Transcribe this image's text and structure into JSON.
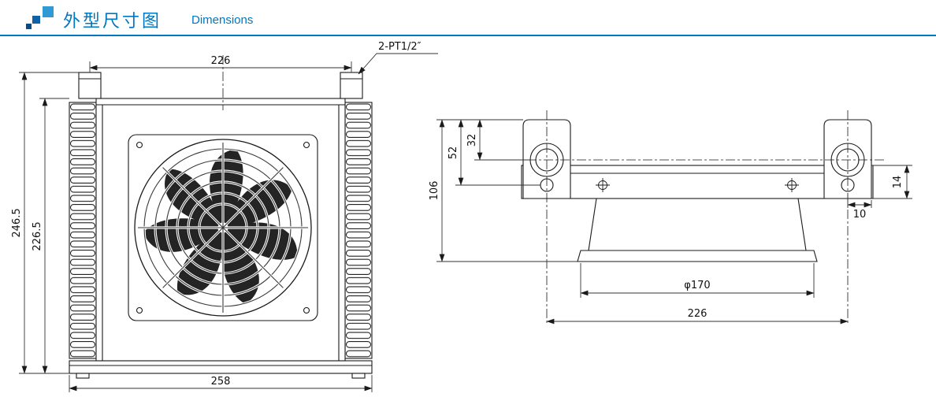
{
  "colors": {
    "accent": "#0077c0",
    "line": "#1a1a1a"
  },
  "header": {
    "title_zh": "外型尺寸图",
    "title_en": "Dimensions"
  },
  "front_view": {
    "port_label": "2-PT1/2″",
    "dim_top_width": "226",
    "dim_overall_height": "246.5",
    "dim_core_height": "226.5",
    "dim_bottom_width": "258"
  },
  "side_view": {
    "dim_total_height": "106",
    "dim_hole_depth": "52",
    "dim_port_height": "32",
    "dim_step": "14",
    "dim_offset": "10",
    "dim_flange_dia": "φ170",
    "dim_port_span": "226"
  }
}
